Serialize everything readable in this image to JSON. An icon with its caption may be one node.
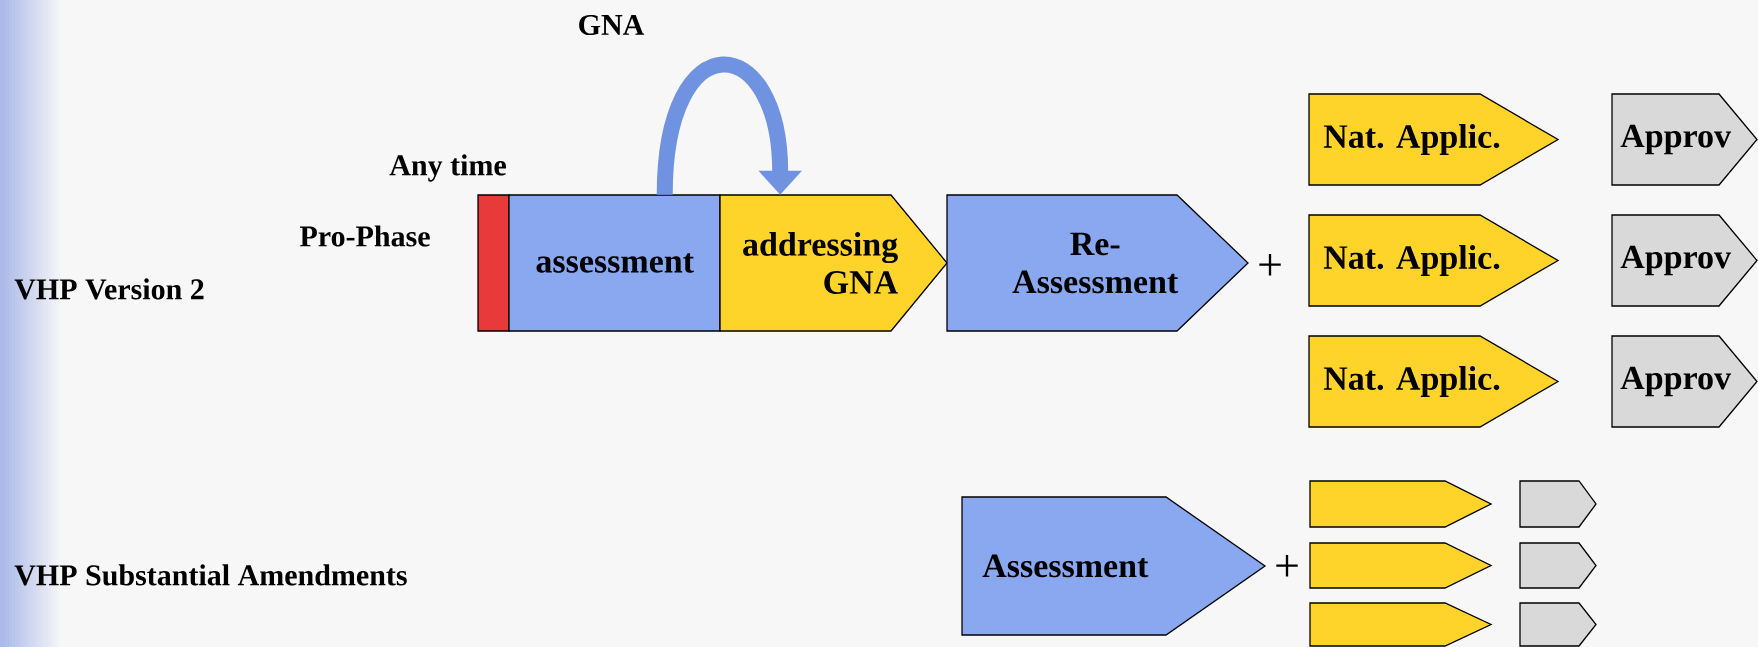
{
  "diagram": {
    "nodes": [
      {
        "text": [],
        "shape": "bar"
      },
      {
        "text": [
          "assessment"
        ]
      },
      {
        "text": [
          "addressing GNA"
        ]
      },
      {
        "text": [
          "Re- Assessment"
        ]
      },
      {
        "text": [
          "Nat. Applic."
        ]
      },
      {
        "text": [
          "Nat. Applic."
        ]
      },
      {
        "text": [
          "Nat. Applic."
        ]
      },
      {
        "text": [
          "Approv"
        ]
      },
      {
        "text": [
          "Approv"
        ]
      },
      {
        "text": [
          "Approv"
        ]
      },
      {
        "text": [
          "Assessment"
        ]
      },
      {
        "text": [],
        "shape": "pentagon"
      },
      {
        "text": [],
        "shape": "pentagon"
      },
      {
        "text": [],
        "shape": "pentagon"
      },
      {
        "text": [],
        "shape": "pentagon"
      },
      {
        "text": [],
        "shape": "pentagon"
      },
      {
        "text": [],
        "shape": "pentagon"
      }
    ],
    "edges": [
      {
        "from": 1,
        "to": 2,
        "arrow": "to",
        "label": "GNA"
      }
    ],
    "labels": [
      "Any time",
      "Pro-Phase",
      "VHP Version 2",
      "+",
      "VHP Substantial Amendments",
      "+"
    ]
  }
}
